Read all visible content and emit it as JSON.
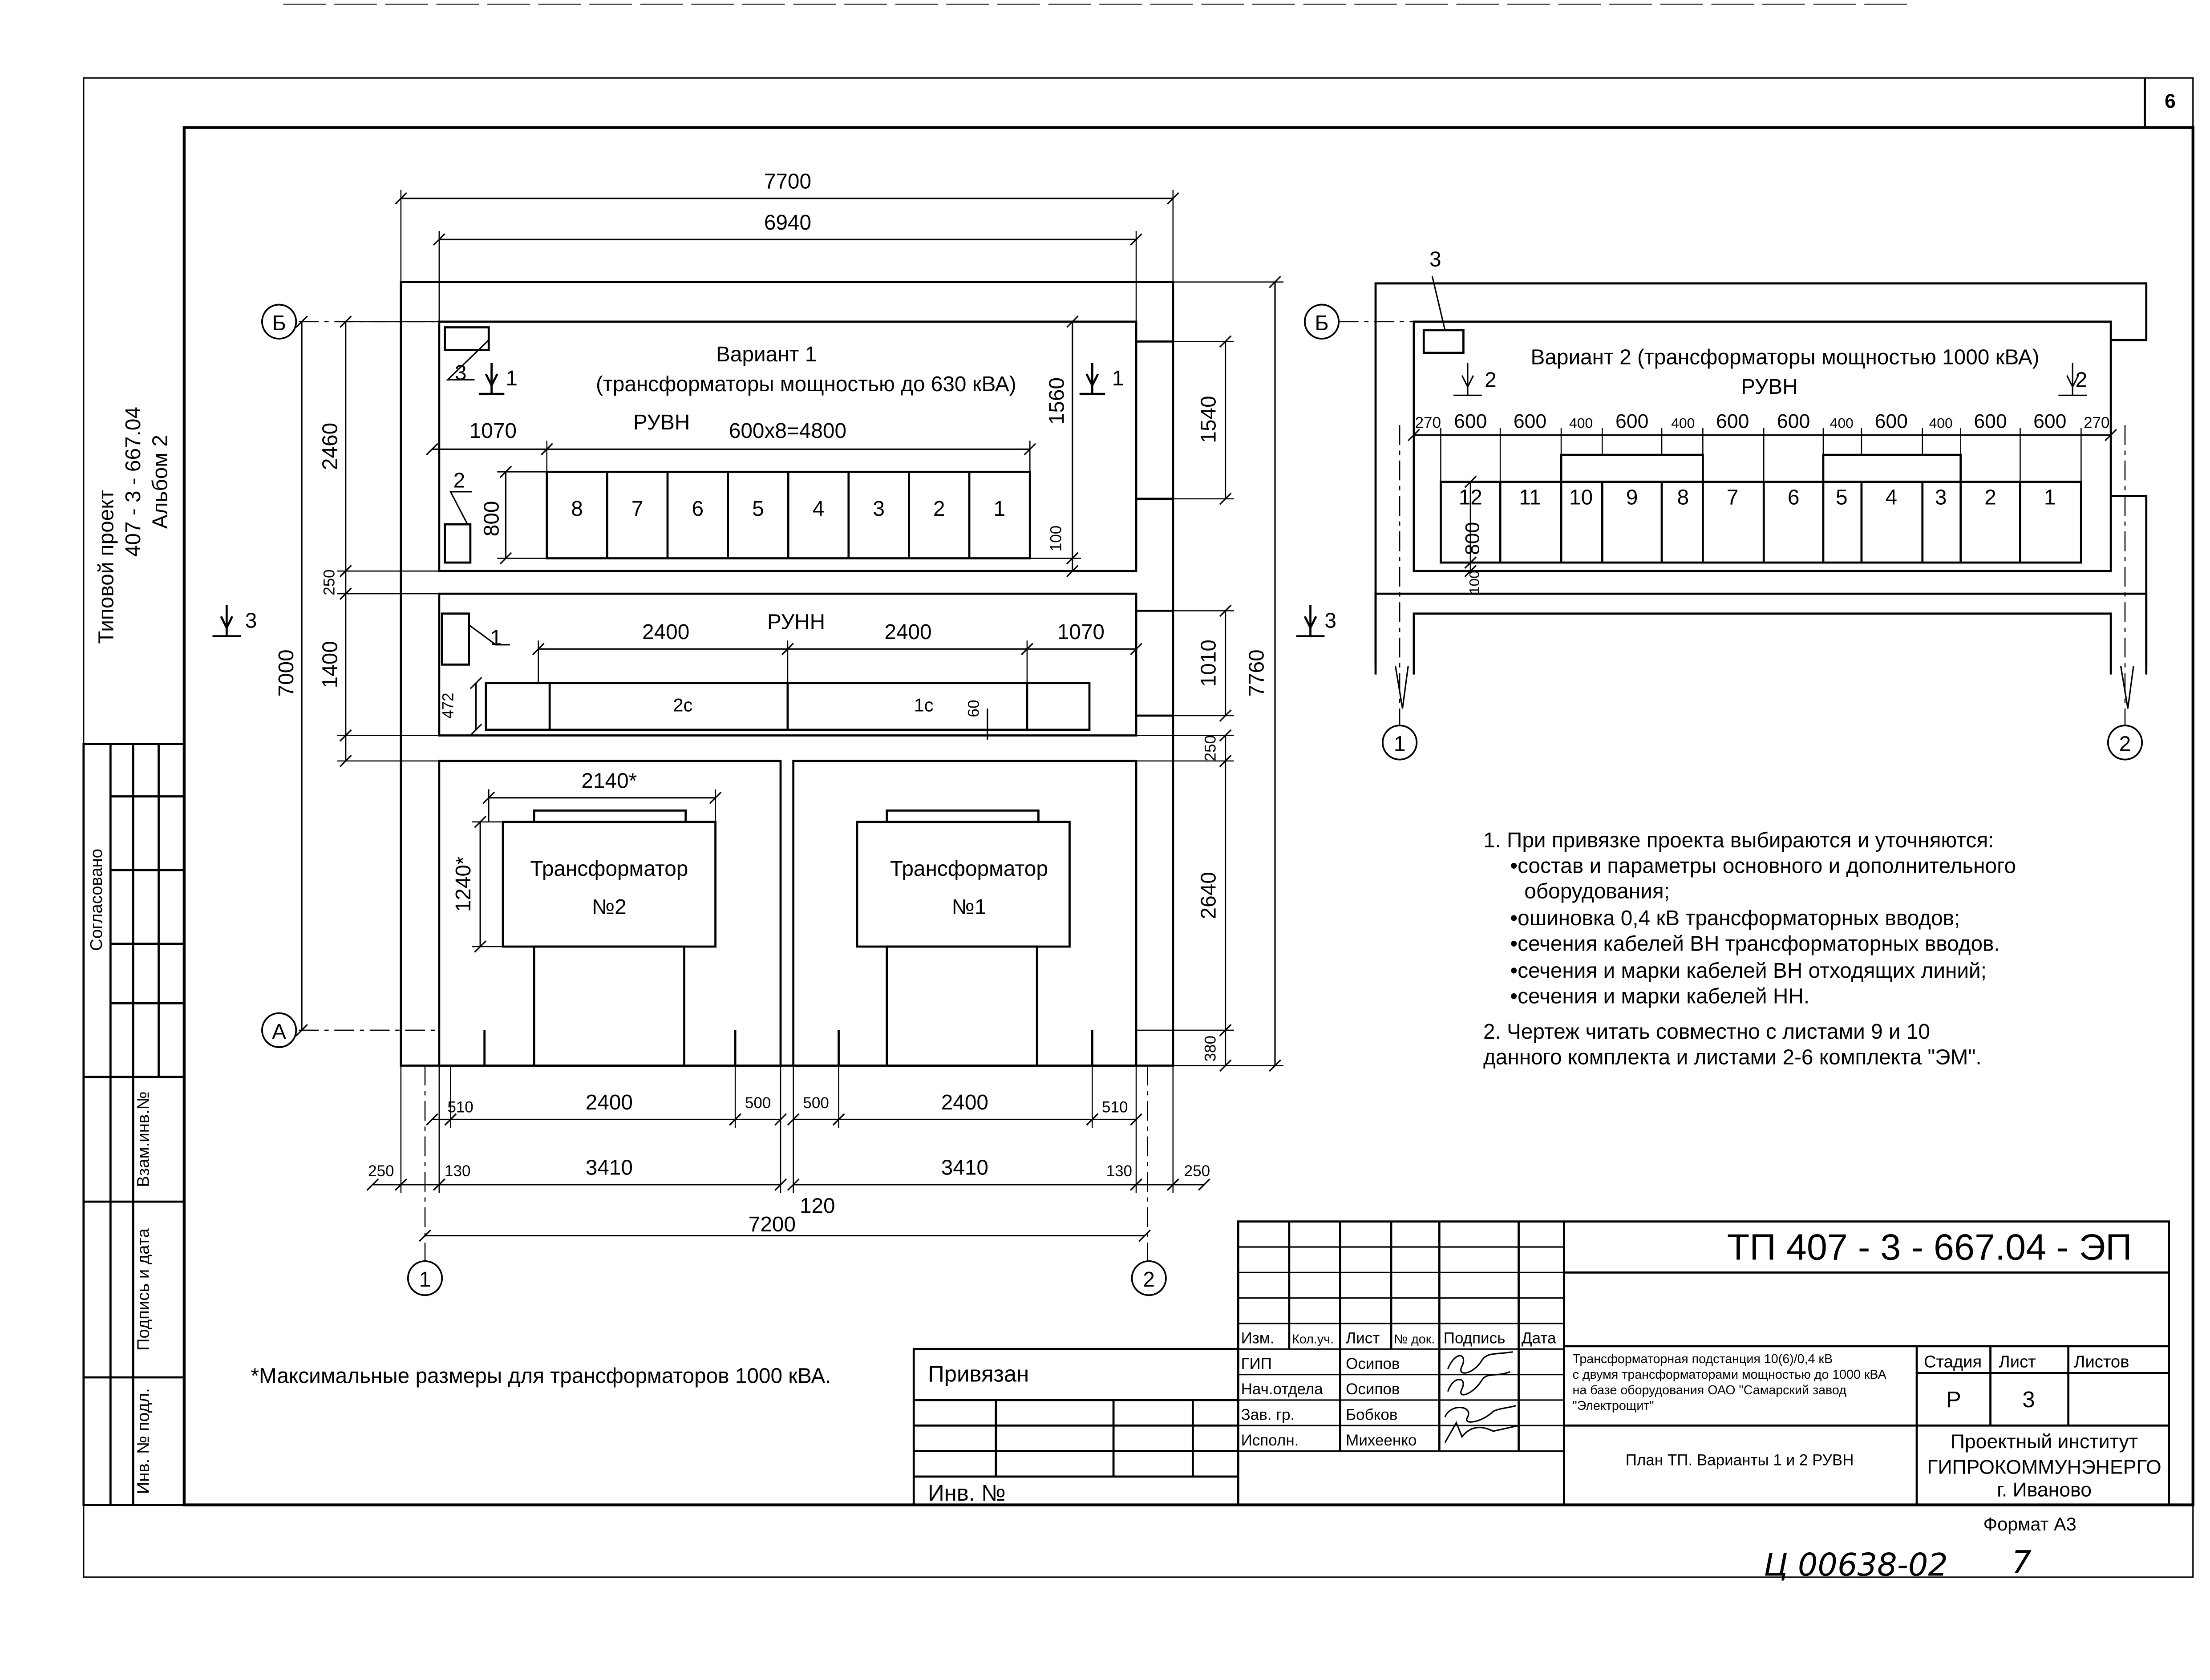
{
  "sheet": {
    "sheet_no": "6",
    "format": "Формат А3",
    "archive_no": "Ц 00638-02",
    "archive_page": "7",
    "left_title": [
      "Типовой проект",
      "407 - 3 - 667.04",
      "Альбом 2"
    ],
    "side_labels": {
      "agreed": "Согласовано",
      "replace_inv": "Взам.инв.№",
      "sign_date": "Подпись и дата",
      "inv_orig": "Инв. № подл."
    }
  },
  "axes": {
    "B": "Б",
    "A": "А",
    "one": "1",
    "two": "2"
  },
  "plan1": {
    "dims": {
      "total_width": "7700",
      "inner_width": "6940",
      "total_height": "7000",
      "outer_height": "7760",
      "upper_room": "2460",
      "gap1": "250",
      "mid_room": "1400",
      "gap2": "250",
      "right_1540": "1540",
      "right_1010": "1010",
      "right_2640": "2640",
      "right_380": "380",
      "left_offset": "1070",
      "rvbn_row": "600x8=4800",
      "panel_depth": "800",
      "panel_height": "1560",
      "panel_gap": "100",
      "rvnn_left": "2400",
      "rvnn_right": "2400",
      "rvnn_end": "1070",
      "rvnn_depth": "472",
      "rvnn_gap": "60",
      "tr_width": "2140*",
      "tr_depth": "1240*",
      "bay_w1": "2400",
      "bay_w2": "2400",
      "d510a": "510",
      "d500a": "500",
      "d500b": "500",
      "d510b": "510",
      "edge_left": "250",
      "d130a": "130",
      "bay1": "3410",
      "bay2": "3410",
      "d130b": "130",
      "edge_right": "250",
      "mid_gap": "120",
      "axis_span": "7200"
    },
    "variant_title": "Вариант 1",
    "variant_sub": "(трансформаторы мощностью до 630 кВА)",
    "rvbn_label": "РУВН",
    "rvnn_label": "РУНН",
    "panels": [
      "8",
      "7",
      "6",
      "5",
      "4",
      "3",
      "2",
      "1"
    ],
    "rvnn_sections": [
      "2с",
      "1с"
    ],
    "leaders": [
      "3",
      "1",
      "2",
      "1",
      "1"
    ],
    "transformer2": [
      "Трансформатор",
      "№2"
    ],
    "transformer1": [
      "Трансформатор",
      "№1"
    ],
    "section_mark": "3"
  },
  "plan2": {
    "title": "Вариант 2 (трансформаторы мощностью 1000 кВА)",
    "rvbn_label": "РУВН",
    "leader": "3",
    "section_mark": "2",
    "dims_row": [
      "270",
      "600",
      "600",
      "400",
      "600",
      "400",
      "600",
      "600",
      "400",
      "600",
      "400",
      "600",
      "600",
      "270"
    ],
    "panels": [
      "12",
      "11",
      "10",
      "9",
      "8",
      "7",
      "6",
      "5",
      "4",
      "3",
      "2",
      "1"
    ],
    "depth": "800",
    "gap": "100"
  },
  "notes": {
    "n1": "1. При привязке проекта выбираются и уточняются:",
    "b1a": "•состав и параметры основного и дополнительного",
    "b1b": "оборудования;",
    "b2": "•ошиновка 0,4 кВ трансформаторных вводов;",
    "b3": "•сечения кабелей ВН трансформаторных вводов.",
    "b4": "•сечения  и марки кабелей ВН отходящих линий;",
    "b5": "•сечения  и марки кабелей НН.",
    "n2a": "2. Чертеж читать совместно с листами 9 и 10",
    "n2b": "данного комплекта и листами 2-6 комплекта \"ЭМ\".",
    "footnote": "*Максимальные размеры для трансформаторов 1000 кВА."
  },
  "stamp": {
    "designation": "ТП  407 - 3 - 667.04 - ЭП",
    "bound": "Привязан",
    "inv": "Инв. №",
    "col_headers": [
      "Изм.",
      "Кол.уч.",
      "Лист",
      "№ док.",
      "Подпись",
      "Дата"
    ],
    "roles": [
      {
        "role": "ГИП",
        "name": "Осипов"
      },
      {
        "role": "Нач.отдела",
        "name": "Осипов"
      },
      {
        "role": "Зав. гр.",
        "name": "Бобков"
      },
      {
        "role": "Исполн.",
        "name": "Михеенко"
      }
    ],
    "object_title": [
      "Трансформаторная подстанция 10(6)/0,4 кВ",
      "с двумя трансформаторами мощностью до 1000 кВА",
      "на базе оборудования ОАО \"Самарский завод",
      "\"Электрощит\""
    ],
    "stage_h": "Стадия",
    "sheet_h": "Лист",
    "sheets_h": "Листов",
    "stage": "Р",
    "sheet_num": "3",
    "drawing_title": "План ТП. Варианты 1 и 2  РУВН",
    "org": [
      "Проектный институт",
      "ГИПРОКОММУНЭНЕРГО",
      "г. Иваново"
    ]
  }
}
